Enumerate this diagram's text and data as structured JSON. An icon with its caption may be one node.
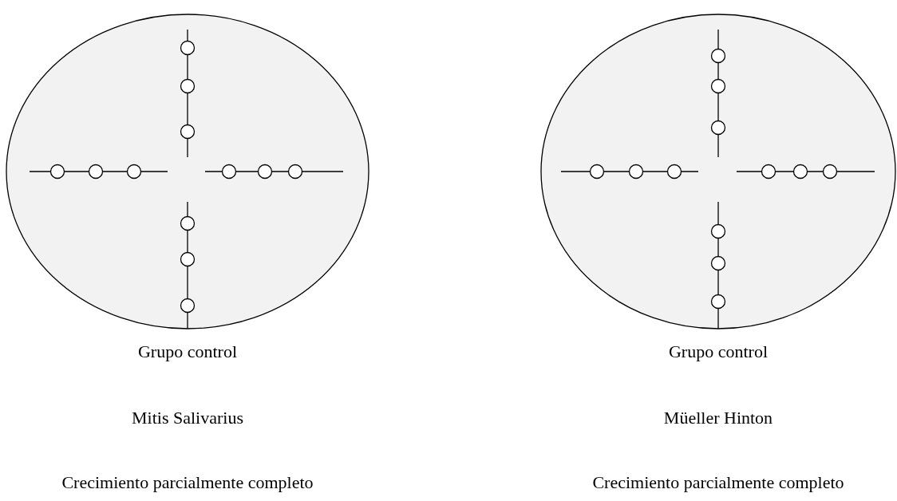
{
  "diagram": {
    "nodes": [
      {
        "text": [],
        "shape": "circle",
        "beside": [
          "Grupo control",
          "Mitis Salivarius",
          "Crecimiento parcialmente completo"
        ]
      },
      {
        "text": [],
        "shape": "circle",
        "beside": [
          "Grupo control",
          "Müeller Hinton",
          "Crecimiento parcialmente completo"
        ]
      }
    ]
  }
}
